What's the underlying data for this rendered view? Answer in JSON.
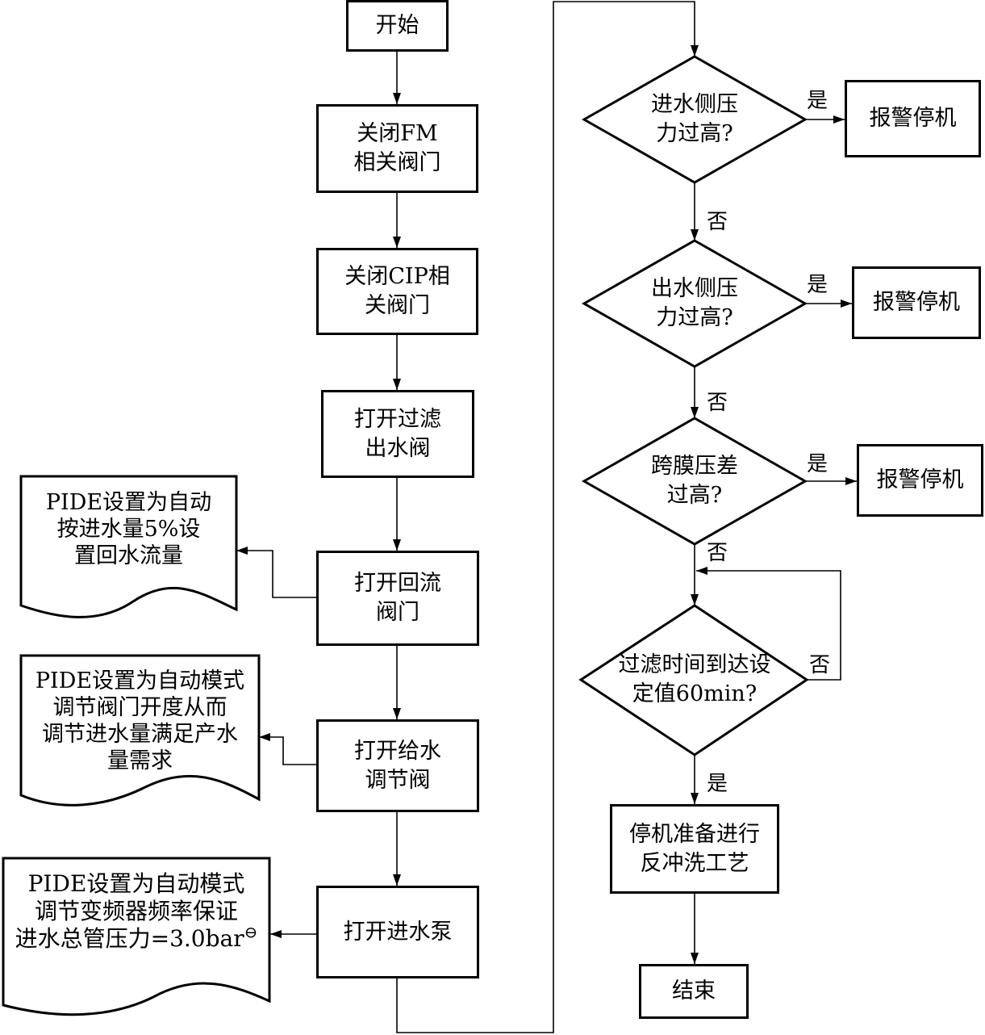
{
  "flow": {
    "start": "开始",
    "step1": [
      "关闭FM",
      "相关阀门"
    ],
    "step2": [
      "关闭CIP相",
      "关阀门"
    ],
    "step3": [
      "打开过滤",
      "出水阀"
    ],
    "step4": [
      "打开回流",
      "阀门"
    ],
    "step5": [
      "打开给水",
      "调节阀"
    ],
    "step6": "打开进水泵",
    "decision1": [
      "进水侧压",
      "力过高?"
    ],
    "decision2": [
      "出水侧压",
      "力过高?"
    ],
    "decision3": [
      "跨膜压差",
      "过高?"
    ],
    "decision4": [
      "过滤时间到达设",
      "定值60min?"
    ],
    "alarm1": "报警停机",
    "alarm2": "报警停机",
    "alarm3": "报警停机",
    "step7": [
      "停机准备进行",
      "反冲洗工艺"
    ],
    "end": "结束"
  },
  "labels": {
    "yes1": "是",
    "yes2": "是",
    "yes3": "是",
    "yes4": "是",
    "no1": "否",
    "no2": "否",
    "no3": "否",
    "no4": "否"
  },
  "notes": {
    "note1": [
      "PIDE设置为自动",
      "按进水量5%设",
      "置回水流量"
    ],
    "note2": [
      "PIDE设置为自动模式",
      "调节阀门开度从而",
      "调节进水量满足产水",
      "量需求"
    ],
    "note3": [
      "PIDE设置为自动模式",
      "调节变频器频率保证",
      "进水总管压力=3.0bar"
    ],
    "note3_footnote_mark": "⊖"
  }
}
